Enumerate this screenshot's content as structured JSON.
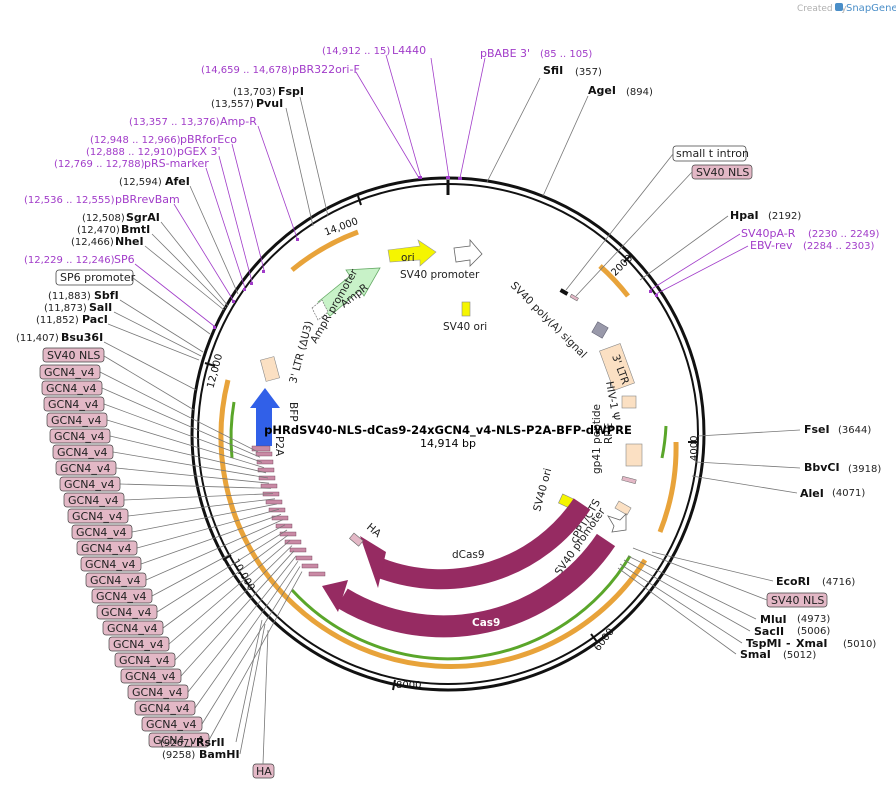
{
  "brand": {
    "created_by": "Created by",
    "name": "SnapGene"
  },
  "plasmid": {
    "name": "pHRdSV40-NLS-dCas9-24xGCN4_v4-NLS-P2A-BFP-dWPRE",
    "size": "14,914 bp"
  },
  "ticks": [
    "2000",
    "4000",
    "6000",
    "8000",
    "10,000",
    "12,000",
    "14,000"
  ],
  "sites_top": [
    {
      "name": "L4440",
      "range": "(14,912 .. 15)",
      "kind": "primer"
    },
    {
      "name": "pBABE 3'",
      "range": "(85 .. 105)",
      "kind": "primer"
    },
    {
      "name": "SfiI",
      "pos": "(357)",
      "kind": "enzyme"
    },
    {
      "name": "AgeI",
      "pos": "(894)",
      "kind": "enzyme"
    }
  ],
  "sites_left": [
    {
      "name": "pBR322ori-F",
      "range": "(14,659 .. 14,678)",
      "kind": "primer"
    },
    {
      "name": "FspI",
      "pos": "(13,703)",
      "kind": "enzyme"
    },
    {
      "name": "PvuI",
      "pos": "(13,557)",
      "kind": "enzyme"
    },
    {
      "name": "Amp-R",
      "range": "(13,357 .. 13,376)",
      "kind": "primer"
    },
    {
      "name": "pBRforEco",
      "range": "(12,948 .. 12,966)",
      "kind": "primer"
    },
    {
      "name": "pGEX 3'",
      "range": "(12,888 .. 12,910)",
      "kind": "primer"
    },
    {
      "name": "pRS-marker",
      "range": "(12,769 .. 12,788)",
      "kind": "primer"
    },
    {
      "name": "AfeI",
      "pos": "(12,594)",
      "kind": "enzyme"
    },
    {
      "name": "pBRrevBam",
      "range": "(12,536 .. 12,555)",
      "kind": "primer"
    },
    {
      "name": "SgrAI",
      "pos": "(12,508)",
      "kind": "enzyme"
    },
    {
      "name": "BmtI",
      "pos": "(12,470)",
      "kind": "enzyme"
    },
    {
      "name": "NheI",
      "pos": "(12,466)",
      "kind": "enzyme"
    },
    {
      "name": "SP6",
      "range": "(12,229 .. 12,246)",
      "kind": "primer"
    },
    {
      "name": "SbfI",
      "pos": "(11,883)",
      "kind": "enzyme"
    },
    {
      "name": "SalI",
      "pos": "(11,873)",
      "kind": "enzyme"
    },
    {
      "name": "PacI",
      "pos": "(11,852)",
      "kind": "enzyme"
    },
    {
      "name": "Bsu36I",
      "pos": "(11,407)",
      "kind": "enzyme"
    },
    {
      "name": "RsrII",
      "pos": "(9267)",
      "kind": "enzyme"
    },
    {
      "name": "BamHI",
      "pos": "(9258)",
      "kind": "enzyme"
    }
  ],
  "sites_right": [
    {
      "name": "HpaI",
      "pos": "(2192)",
      "kind": "enzyme"
    },
    {
      "name": "SV40pA-R",
      "range": "(2230 .. 2249)",
      "kind": "primer"
    },
    {
      "name": "EBV-rev",
      "range": "(2284 .. 2303)",
      "kind": "primer"
    },
    {
      "name": "FseI",
      "pos": "(3644)",
      "kind": "enzyme"
    },
    {
      "name": "BbvCI",
      "pos": "(3918)",
      "kind": "enzyme"
    },
    {
      "name": "AleI",
      "pos": "(4071)",
      "kind": "enzyme"
    },
    {
      "name": "EcoRI",
      "pos": "(4716)",
      "kind": "enzyme"
    },
    {
      "name": "MluI",
      "pos": "(4973)",
      "kind": "enzyme"
    },
    {
      "name": "SacII",
      "pos": "(5006)",
      "kind": "enzyme"
    },
    {
      "name": "TspMI",
      "pos": "(5010)",
      "kind": "enzyme"
    },
    {
      "name": "XmaI",
      "pos": "(5010)",
      "kind": "enzyme"
    },
    {
      "name": "SmaI",
      "pos": "(5012)",
      "kind": "enzyme"
    }
  ],
  "boxes": {
    "small_t_intron": "small t intron",
    "sv40_nls_top": "SV40 NLS",
    "sp6_promoter": "SP6 promoter",
    "sv40_nls_left": "SV40 NLS",
    "sv40_nls_right": "SV40 NLS",
    "ha": "HA",
    "gcn4": [
      "GCN4_v4",
      "GCN4_v4",
      "GCN4_v4",
      "GCN4_v4",
      "GCN4_v4",
      "GCN4_v4",
      "GCN4_v4",
      "GCN4_v4",
      "GCN4_v4",
      "GCN4_v4",
      "GCN4_v4",
      "GCN4_v4",
      "GCN4_v4",
      "GCN4_v4",
      "GCN4_v4",
      "GCN4_v4",
      "GCN4_v4",
      "GCN4_v4",
      "GCN4_v4",
      "GCN4_v4",
      "GCN4_v4",
      "GCN4_v4",
      "GCN4_v4",
      "GCN4_v4"
    ]
  },
  "features": {
    "ori": "ori",
    "sv40_promoter_top": "SV40 promoter",
    "sv40_ori_top": "SV40 ori",
    "ampr": "AmpR",
    "ampr_promoter": "AmpR promoter",
    "ltr5": "3' LTR (ΔU3)",
    "sv40_polya": "SV40 poly(A) signal",
    "ltr3": "3' LTR",
    "hiv1": "HIV-1 Ψ",
    "rre": "RRE",
    "gp41": "gp41 peptide",
    "sv40_ori_mid": "SV40 ori",
    "cppt": "cPPT/CTS",
    "sv40_promoter_mid": "SV40 promoter",
    "dcas9": "dCas9",
    "cas9": "Cas9",
    "ha": "HA",
    "p2a": "P2A",
    "bfp": "BFP"
  },
  "colors": {
    "primer": "#a13cc9",
    "box_fill": "#e3b8c6",
    "cas9": "#962b62",
    "bfp": "#3160e8",
    "ori": "#f5f500",
    "orange": "#e8a33a",
    "green": "#5aa62a"
  }
}
